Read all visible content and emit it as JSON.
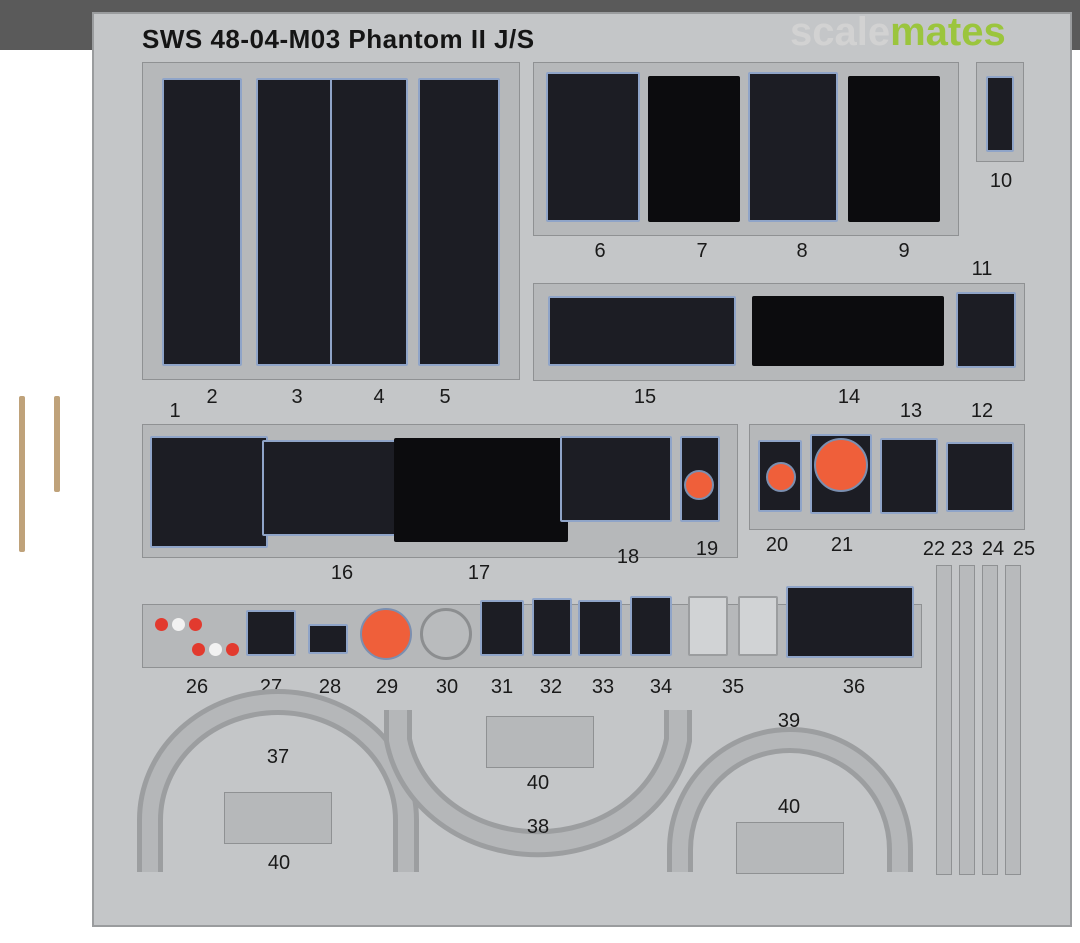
{
  "header": {
    "title": "SWS 48-04-M03 Phantom II J/S",
    "watermark": {
      "part1": "scale",
      "part2": "mates"
    }
  },
  "part_labels": {
    "p1": "1",
    "p2": "2",
    "p3": "3",
    "p4": "4",
    "p5": "5",
    "p6": "6",
    "p7": "7",
    "p8": "8",
    "p9": "9",
    "p10": "10",
    "p11": "11",
    "p12": "12",
    "p13": "13",
    "p14": "14",
    "p15": "15",
    "p16": "16",
    "p17": "17",
    "p18": "18",
    "p19": "19",
    "p20": "20",
    "p21": "21",
    "p22": "22",
    "p23": "23",
    "p24": "24",
    "p25": "25",
    "p26": "26",
    "p27": "27",
    "p28": "28",
    "p29": "29",
    "p30": "30",
    "p31": "31",
    "p32": "32",
    "p33": "33",
    "p34": "34",
    "p35": "35",
    "p36": "36",
    "p37": "37",
    "p38": "38",
    "p39": "39",
    "p40a": "40",
    "p40b": "40",
    "p40c": "40"
  },
  "colors": {
    "sprue": "#c4c6c8",
    "panel": "#1c1d24",
    "panel_edge": "#8fa4c8",
    "instrument_orange": "#ef5f3a",
    "brass_rod": "#bfa27a",
    "logo_green": "#9bc53d"
  }
}
